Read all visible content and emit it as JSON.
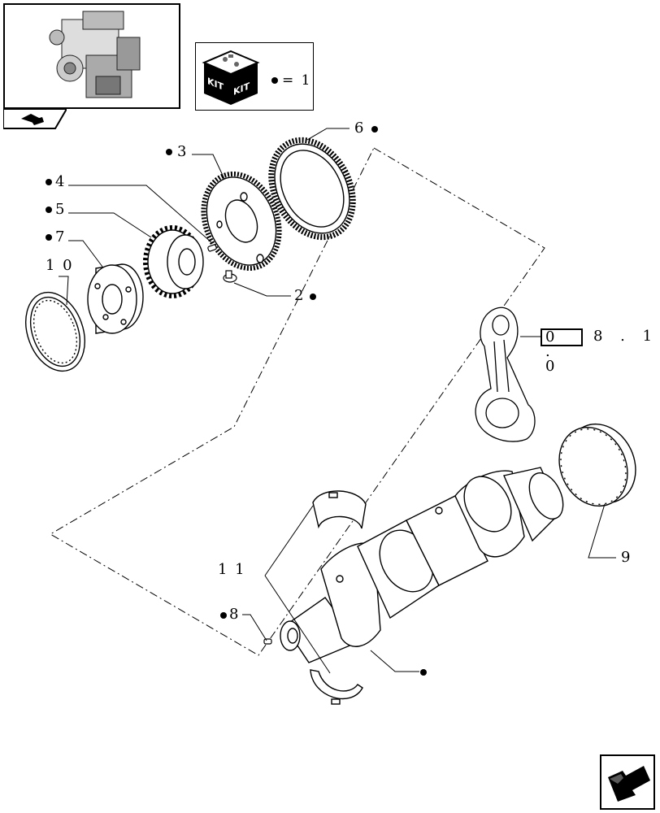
{
  "kit": {
    "label_left": "KIT",
    "label_right": "KIT",
    "equation": "= 1"
  },
  "labels": {
    "l3": "3",
    "l4": "4",
    "l5": "5",
    "l7": "7",
    "l10": "1 0",
    "l6": "6",
    "l2": "2",
    "l9": "9",
    "l11": "1 1",
    "l8": "8"
  },
  "reference": {
    "boxed": "0 . 0",
    "rest": "8 . 1"
  },
  "icons": {
    "thumbnail": "engine-thumbnail",
    "thumbnail_tab": "page-corner-icon",
    "kit_box": "kit-box-icon",
    "next": "next-page-arrow-icon"
  }
}
